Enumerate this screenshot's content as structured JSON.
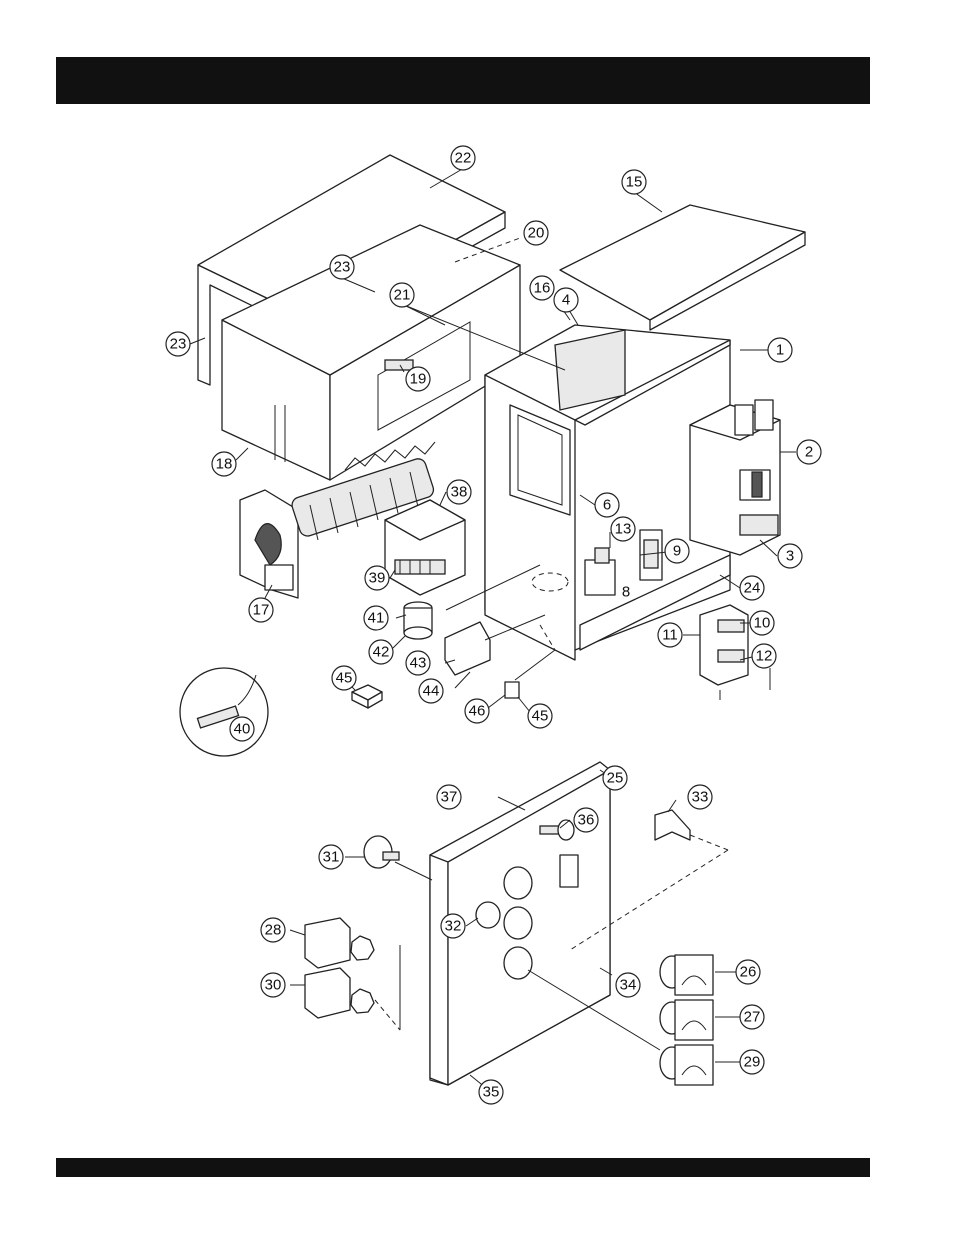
{
  "callouts": {
    "c1": "1",
    "c2": "2",
    "c3": "3",
    "c4": "4",
    "c6": "6",
    "c8": "8",
    "c9": "9",
    "c10": "10",
    "c11": "11",
    "c12": "12",
    "c13": "13",
    "c15": "15",
    "c16": "16",
    "c17": "17",
    "c18": "18",
    "c19": "19",
    "c20": "20",
    "c21": "21",
    "c22": "22",
    "c23a": "23",
    "c23b": "23",
    "c24": "24",
    "c25": "25",
    "c26": "26",
    "c27": "27",
    "c28": "28",
    "c29": "29",
    "c30": "30",
    "c31": "31",
    "c32": "32",
    "c33": "33",
    "c34": "34",
    "c35": "35",
    "c36": "36",
    "c37": "37",
    "c38": "38",
    "c39": "39",
    "c40": "40",
    "c41": "41",
    "c42": "42",
    "c43": "43",
    "c44": "44",
    "c45a": "45",
    "c45b": "45",
    "c46": "46"
  }
}
